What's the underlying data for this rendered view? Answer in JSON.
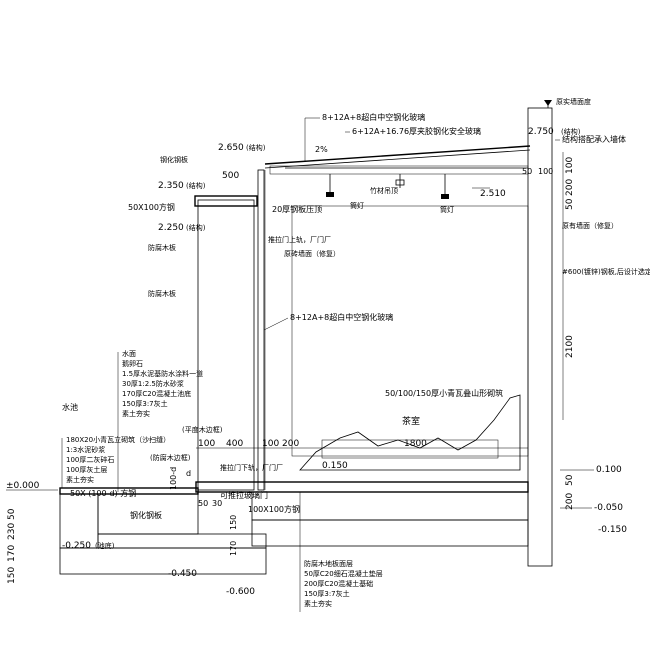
{
  "elevations": {
    "roof_top": "2.650",
    "roof_top_note": "(结构)",
    "wall_top": "2.750",
    "wall_top_note": "(结构)",
    "beam_top": "2.350",
    "beam_top_note": "(结构)",
    "beam_bottom": "2.250",
    "beam_bottom_note": "(结构)",
    "ceiling": "2.510",
    "ground": "±0.000",
    "pool_water": "-0.250",
    "pool_water_note": "(池底)",
    "pool_bottom": "-0.450",
    "found_bottom": "-0.600",
    "floor_right": "0.100",
    "floor_mid": "0.150",
    "step_1": "-0.050",
    "step_2": "-0.150"
  },
  "labels": {
    "glass_top1": "8+12A+8超白中空钢化玻璃",
    "glass_top2": "6+12A+16.76厚夹胶钢化安全玻璃",
    "wall_face": "原实墙面度",
    "attach_struct": "结构搭配承入墙体",
    "wall_face_2": "原有墙面（修复）",
    "spacing_note": "#600(镀锌)钢板,后设计选定",
    "steel_plate": "钢化钢板",
    "steel_beam": "50X100方钢",
    "wood_board": "防腐木板",
    "wood_board2": "防腐木板",
    "plate_20": "20厚钢板压顶",
    "door_top": "推拉门上轨，厂门厂",
    "glass_mid": "8+12A+8超白中空钢化玻璃",
    "wall_repair": "原砖墙面（修复）",
    "bamboo": "竹材吊顶",
    "lamp1": "筒灯",
    "lamp2": "筒灯",
    "rockery": "50/100/150厚小青瓦叠山形砌筑",
    "tea_room": "茶室",
    "door_glass": "可推拉玻璃门",
    "door_bottom": "推拉门下轨，厂门厂",
    "steel_100": "100X100方钢",
    "pool_tag": "水池",
    "tag_grass": "(防腐木边框)",
    "tag_grass2": "(平度木边框)",
    "dim_d": "100-d",
    "dim_d2": "d",
    "dim_d3": "50X (100-d) 方钢",
    "gap_steel": "钢化钢板",
    "slope": "2%"
  },
  "layers_left": [
    "水面",
    "鹅卵石",
    "1.5厚水泥基防水涂料一道",
    "30厚1:2.5防水砂浆",
    "170厚C20混凝土池底",
    "150厚3:7灰土",
    "素土夯实"
  ],
  "layers_left2": [
    "180X20小青瓦立砌筑（沙扫缝）",
    "1:3水泥砂浆",
    "100厚二灰碎石",
    "100厚灰土层",
    "素土夯实"
  ],
  "layers_bottom": [
    "防腐木地板面层",
    "50厚C20细石混凝土垫层",
    "200厚C20混凝土基础",
    "150厚3:7灰土",
    "素土夯实"
  ],
  "dims": {
    "d500": "500",
    "d100a": "100",
    "d100b": "100",
    "d400": "400",
    "d200": "200",
    "d1800": "1800",
    "d2100": "2100",
    "d200r": "200",
    "d100r": "100",
    "d50r": "50",
    "d50r2": "50",
    "d100r2": "100",
    "d200r2": "200",
    "d50": "50",
    "d30": "30",
    "d150": "150",
    "d170": "170",
    "d230": "230",
    "d50l": "50",
    "d150l": "150",
    "d170l": "170",
    "d100top": "100",
    "d50top": "50"
  }
}
